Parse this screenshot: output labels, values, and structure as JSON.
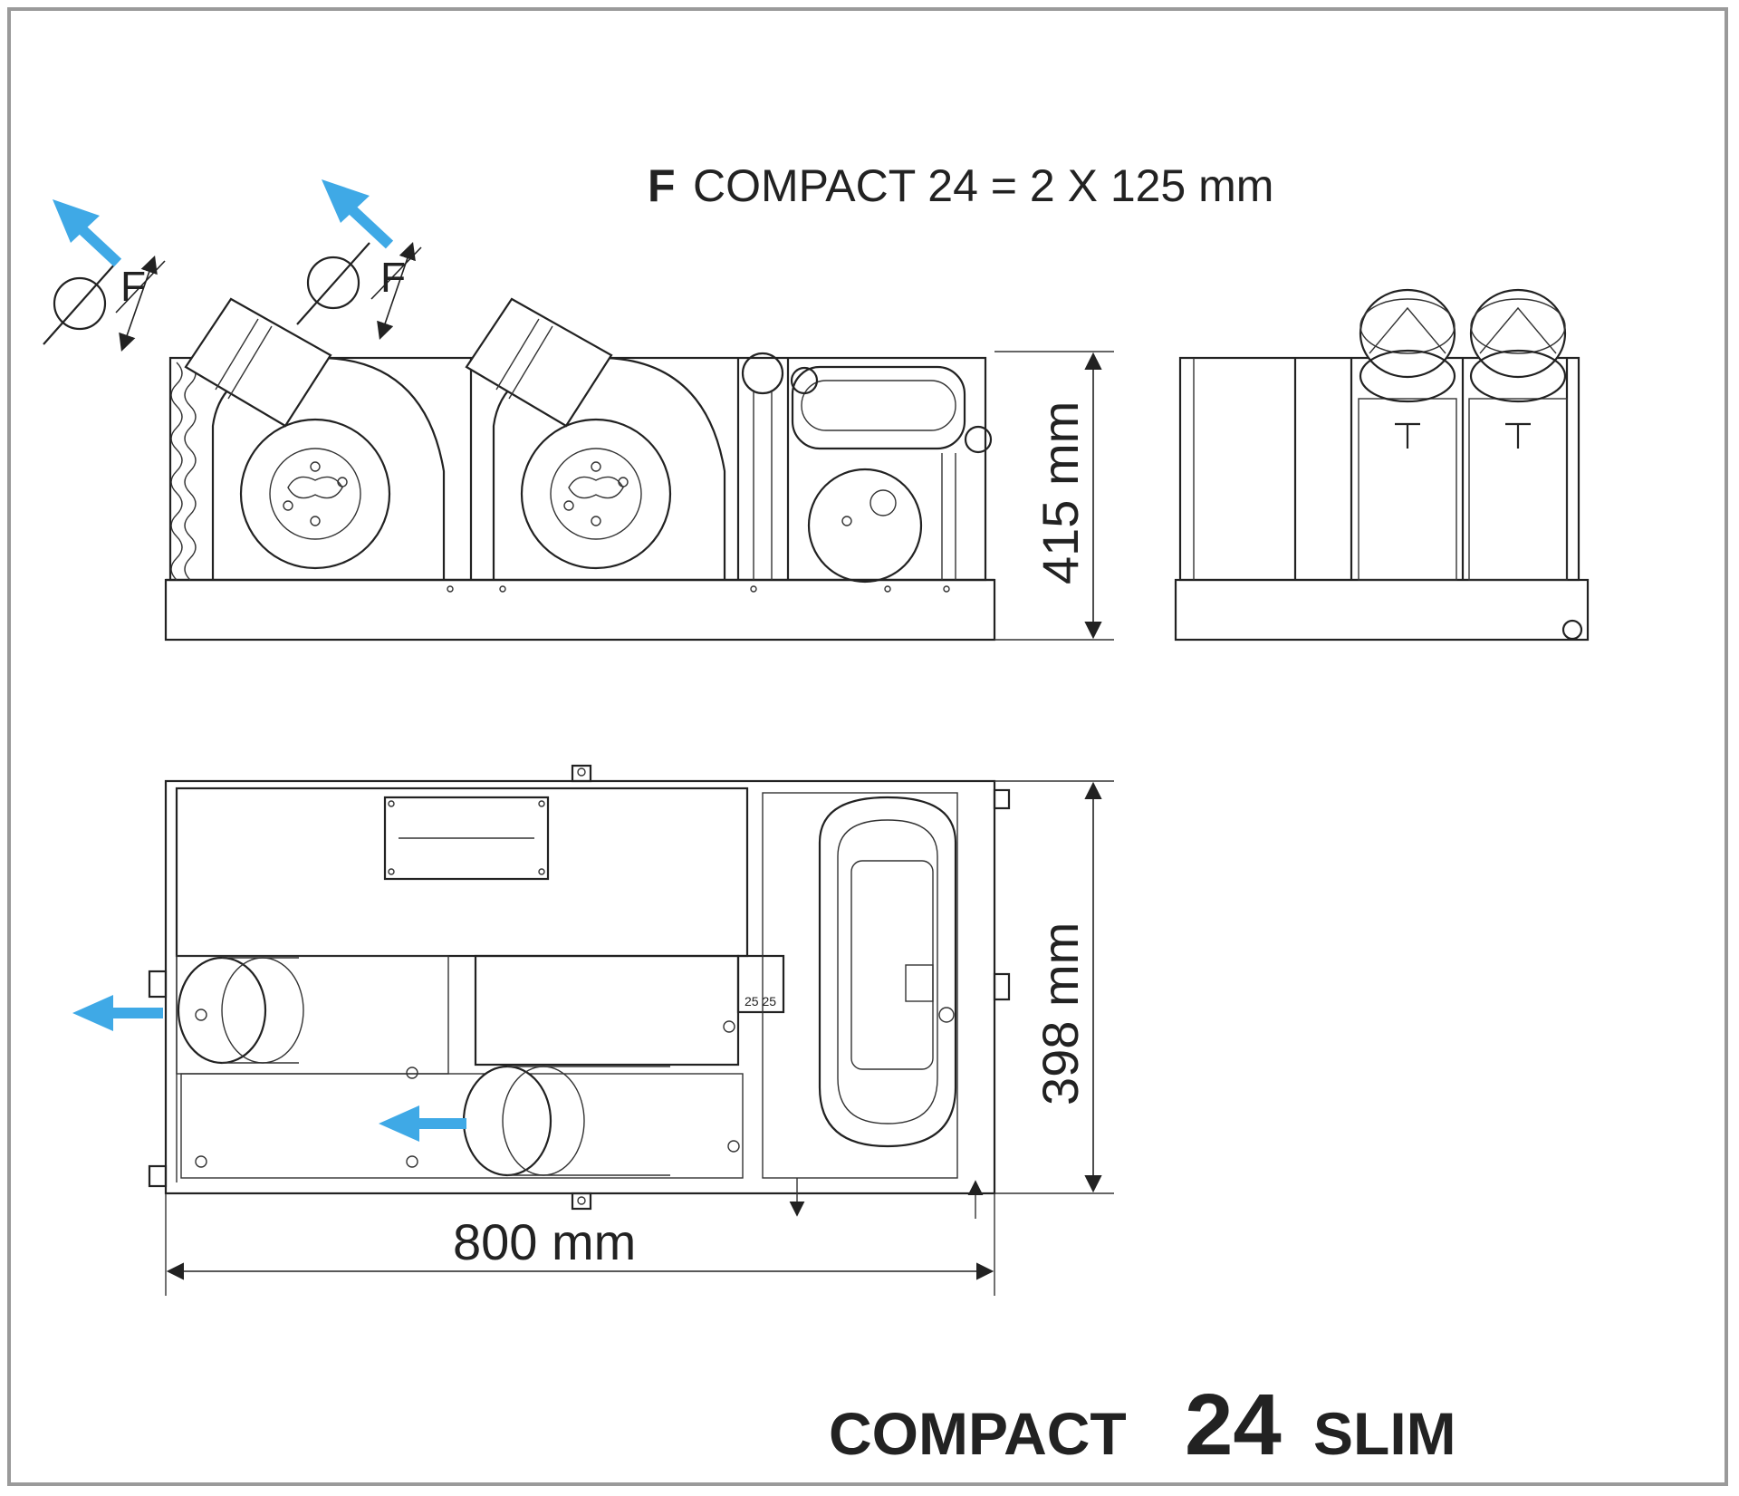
{
  "header": {
    "prefix": "F",
    "spec": "COMPACT 24 = 2 X 125 mm"
  },
  "labels": {
    "duct_f_1": "F",
    "duct_f_2": "F"
  },
  "dimensions": {
    "height": "415 mm",
    "depth": "398 mm",
    "width": "800 mm"
  },
  "model": {
    "name_a": "COMPACT",
    "number": "24",
    "name_b": "SLIM"
  },
  "colors": {
    "airflow_arrow": "#3fa9e6",
    "frame": "#9a9a9a"
  }
}
